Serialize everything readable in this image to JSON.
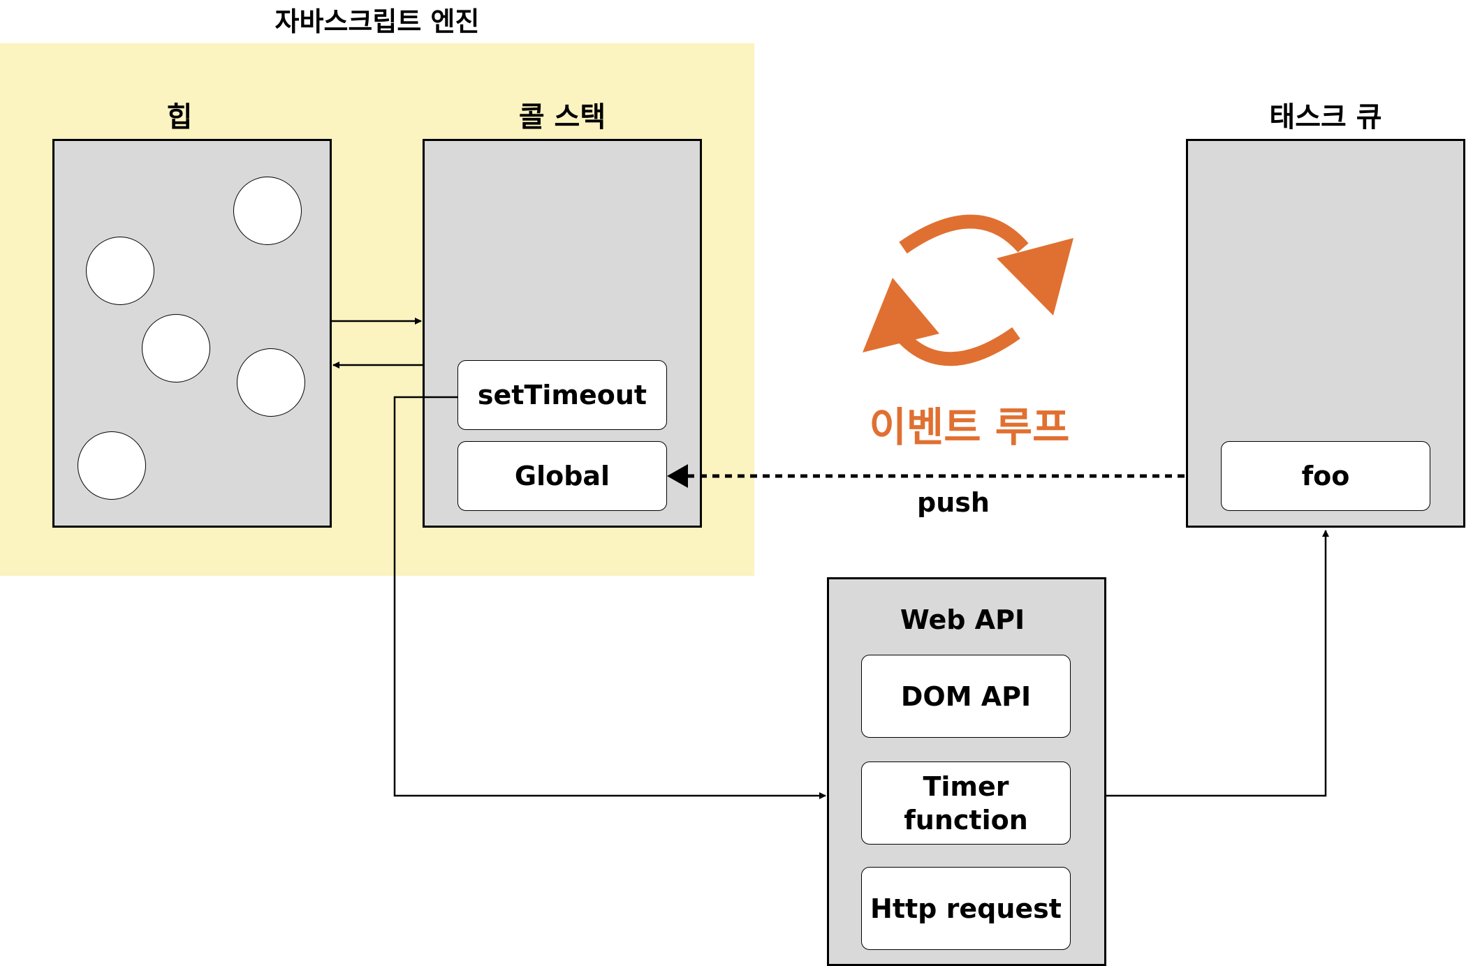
{
  "engine": {
    "title": "자바스크립트 엔진"
  },
  "heap": {
    "title": "힙",
    "object_count": 5
  },
  "call_stack": {
    "title": "콜 스택",
    "frames": [
      "setTimeout",
      "Global"
    ]
  },
  "task_queue": {
    "title": "태스크 큐",
    "items": [
      "foo"
    ]
  },
  "event_loop": {
    "label": "이벤트 루프"
  },
  "push_label": "push",
  "web_api": {
    "title": "Web API",
    "items": [
      "DOM API",
      "Timer\nfunction",
      "Http request"
    ]
  },
  "colors": {
    "engine_bg": "#fbf3c0",
    "panel": "#d9d9d9",
    "accent": "#e07031"
  }
}
